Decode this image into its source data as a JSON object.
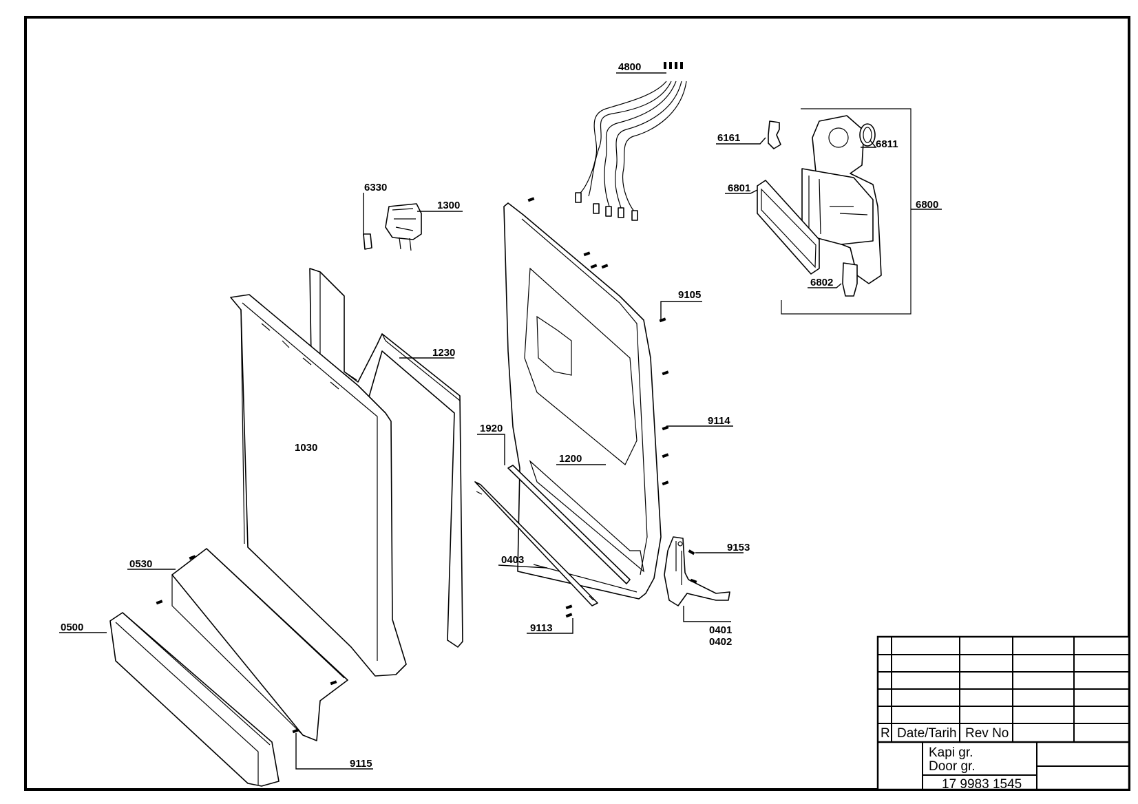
{
  "drawing": {
    "part_labels": {
      "p4800": "4800",
      "p6161": "6161",
      "p6811": "6811",
      "p6801": "6801",
      "p6800": "6800",
      "p6802": "6802",
      "p6330": "6330",
      "p1300": "1300",
      "p9105": "9105",
      "p1230": "1230",
      "p1030": "1030",
      "p1920": "1920",
      "p1200": "1200",
      "p9114": "9114",
      "p9153": "9153",
      "p0530": "0530",
      "p0403": "0403",
      "p0500": "0500",
      "p9113": "9113",
      "p0401": "0401",
      "p0402": "0402",
      "p9115": "9115"
    }
  },
  "title_block": {
    "rev_col_r": "R",
    "rev_col_date": "Date/Tarih",
    "rev_col_revno": "Rev No",
    "name_tr": "Kapi gr.",
    "name_en": "Door gr.",
    "drawing_no": "17 9983 1545"
  }
}
